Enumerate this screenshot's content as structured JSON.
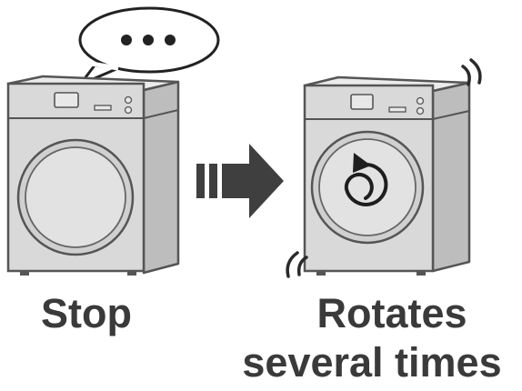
{
  "labels": {
    "stop": "Stop",
    "rotates_line1": "Rotates",
    "rotates_line2": "several times"
  },
  "icons": {
    "speech": "speech-bubble-ellipsis-icon",
    "arrow": "right-arrow-icon",
    "rotate": "rotate-clockwise-icon",
    "vibration": "vibration-marks-icon"
  },
  "colors": {
    "outline": "#555555",
    "body_fill": "#d9d9d9",
    "side_fill": "#bdbdbd",
    "top_fill": "#ebebeb",
    "door_fill": "#e2e2e2",
    "arrow_fill": "#3f3f3f",
    "text": "#3a3a3a"
  }
}
